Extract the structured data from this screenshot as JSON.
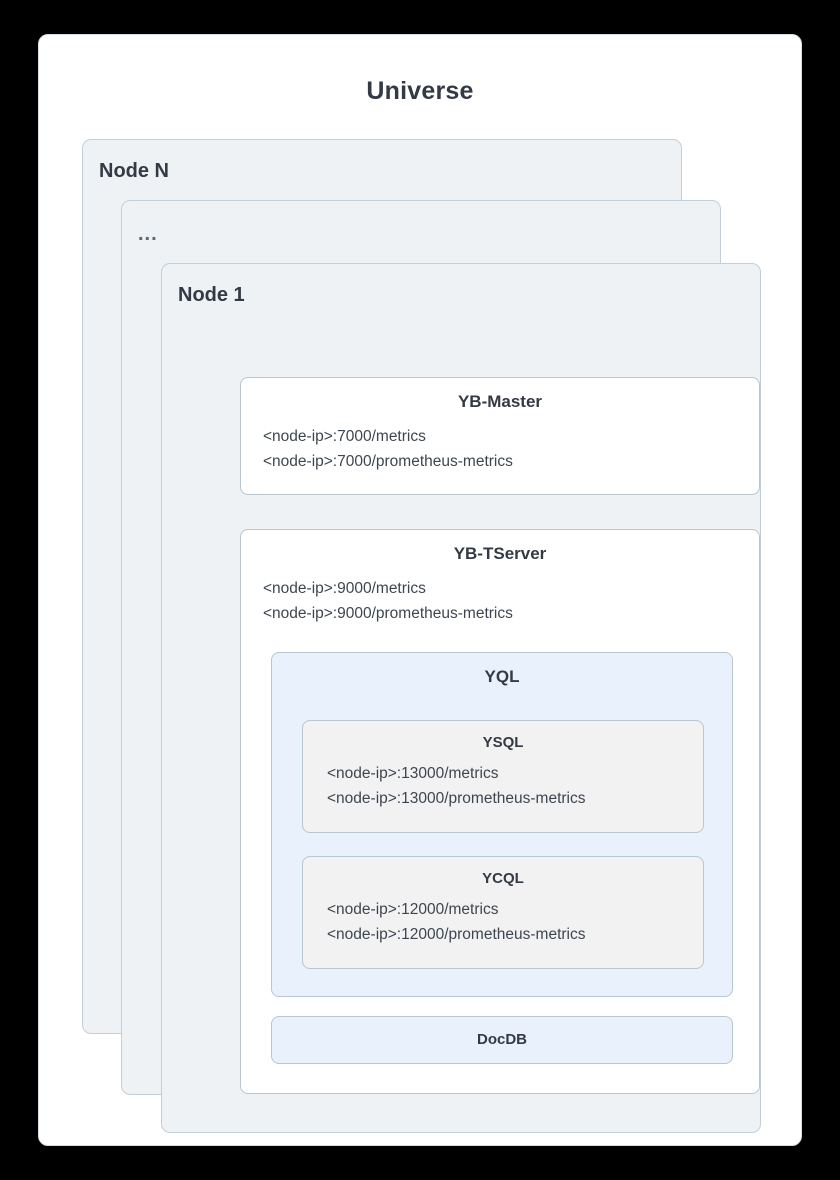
{
  "universe": {
    "title": "Universe"
  },
  "nodes": [
    {
      "label": "Node N"
    },
    {
      "label": "..."
    },
    {
      "label": "Node 1"
    }
  ],
  "components": {
    "master": {
      "title": "YB-Master",
      "endpoints": [
        "<node-ip>:7000/metrics",
        "<node-ip>:7000/prometheus-metrics"
      ]
    },
    "tserver": {
      "title": "YB-TServer",
      "endpoints": [
        "<node-ip>:9000/metrics",
        "<node-ip>:9000/prometheus-metrics"
      ]
    },
    "yql": {
      "title": "YQL"
    },
    "ysql": {
      "title": "YSQL",
      "endpoints": [
        "<node-ip>:13000/metrics",
        "<node-ip>:13000/prometheus-metrics"
      ]
    },
    "ycql": {
      "title": "YCQL",
      "endpoints": [
        "<node-ip>:12000/metrics",
        "<node-ip>:12000/prometheus-metrics"
      ]
    },
    "docdb": {
      "title": "DocDB"
    }
  },
  "colors": {
    "page_background": "#000000",
    "card_background": "#ffffff",
    "node_fill": "#eef2f5",
    "node_border": "#c3cfd8",
    "box_border": "#b8c6d0",
    "blue_fill": "#e9f1fd",
    "gray_fill": "#f2f2f2",
    "text": "#343a45"
  }
}
